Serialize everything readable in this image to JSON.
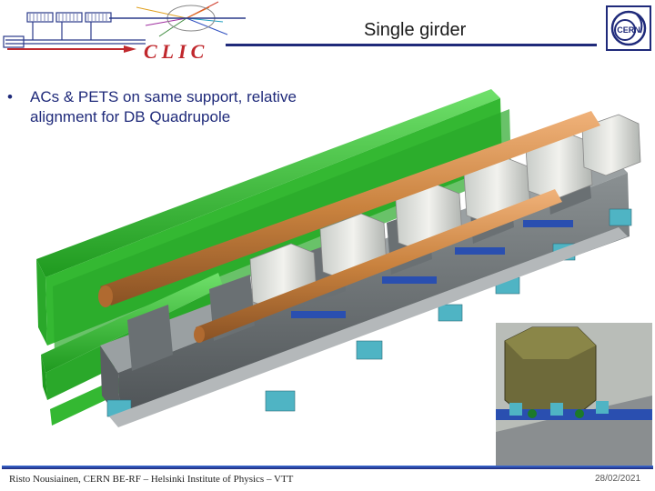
{
  "header": {
    "logo_text": "CLIC",
    "title": "Single girder"
  },
  "cern_logo": {
    "text": "CERN"
  },
  "body": {
    "bullets": [
      "ACs & PETS on same support, relative alignment for DB Quadrupole"
    ]
  },
  "footer": {
    "author": "Risto Nousiainen, CERN BE-RF – Helsinki Institute of Physics – VTT",
    "date": "28/02/2021"
  },
  "colors": {
    "accent_blue": "#1f2a7a",
    "logo_red": "#c0282d",
    "pets_green": "#3cc23a",
    "copper": "#d08a4a",
    "girder_grey": "#6f7477",
    "cradle_teal": "#4fb4c4"
  }
}
